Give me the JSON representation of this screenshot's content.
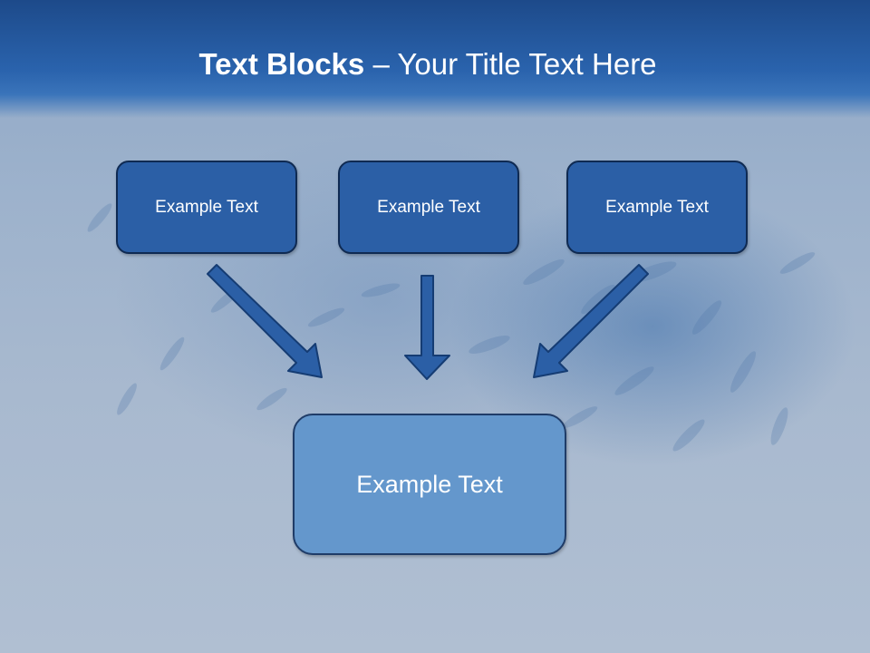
{
  "slide": {
    "title_bold": "Text Blocks",
    "title_dash": "–",
    "title_rest": "Your Title Text Here"
  },
  "blocks": {
    "top": [
      "Example Text",
      "Example Text",
      "Example Text"
    ],
    "bottom": "Example Text"
  },
  "colors": {
    "header": "#1d4a8a",
    "box_fill": "#2b5fa6",
    "box_border": "#0f2a52",
    "big_box_fill": "#6497cc",
    "arrow_fill": "#2b5fa6"
  }
}
